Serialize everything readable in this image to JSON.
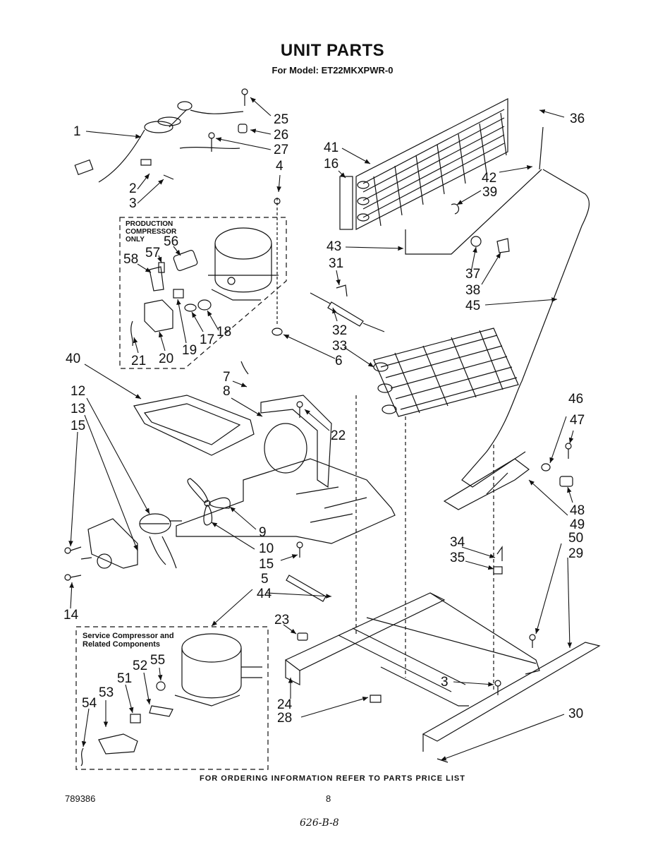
{
  "header": {
    "title": "UNIT PARTS",
    "subtitle": "For Model: ET22MKXPWR-0"
  },
  "box_production": {
    "label_line1": "PRODUCTION",
    "label_line2": "COMPRESSOR",
    "label_line3": "ONLY"
  },
  "box_service": {
    "label_line1": "Service Compressor and",
    "label_line2": "Related Components"
  },
  "callouts": [
    {
      "id": "c1",
      "text": "1"
    },
    {
      "id": "c2",
      "text": "2"
    },
    {
      "id": "c3",
      "text": "3"
    },
    {
      "id": "c4",
      "text": "4"
    },
    {
      "id": "c25",
      "text": "25"
    },
    {
      "id": "c26",
      "text": "26"
    },
    {
      "id": "c27",
      "text": "27"
    },
    {
      "id": "c36",
      "text": "36"
    },
    {
      "id": "c41",
      "text": "41"
    },
    {
      "id": "c16",
      "text": "16"
    },
    {
      "id": "c42",
      "text": "42"
    },
    {
      "id": "c39",
      "text": "39"
    },
    {
      "id": "c43",
      "text": "43"
    },
    {
      "id": "c37",
      "text": "37"
    },
    {
      "id": "c38",
      "text": "38"
    },
    {
      "id": "c45",
      "text": "45"
    },
    {
      "id": "c31",
      "text": "31"
    },
    {
      "id": "c32",
      "text": "32"
    },
    {
      "id": "c33",
      "text": "33"
    },
    {
      "id": "c6",
      "text": "6"
    },
    {
      "id": "c56",
      "text": "56"
    },
    {
      "id": "c57",
      "text": "57"
    },
    {
      "id": "c58",
      "text": "58"
    },
    {
      "id": "c18",
      "text": "18"
    },
    {
      "id": "c17",
      "text": "17"
    },
    {
      "id": "c19",
      "text": "19"
    },
    {
      "id": "c20",
      "text": "20"
    },
    {
      "id": "c21",
      "text": "21"
    },
    {
      "id": "c40",
      "text": "40"
    },
    {
      "id": "c7",
      "text": "7"
    },
    {
      "id": "c8",
      "text": "8"
    },
    {
      "id": "c22",
      "text": "22"
    },
    {
      "id": "c12",
      "text": "12"
    },
    {
      "id": "c13",
      "text": "13"
    },
    {
      "id": "c15a",
      "text": "15"
    },
    {
      "id": "c9",
      "text": "9"
    },
    {
      "id": "c10",
      "text": "10"
    },
    {
      "id": "c15b",
      "text": "15"
    },
    {
      "id": "c14",
      "text": "14"
    },
    {
      "id": "c5",
      "text": "5"
    },
    {
      "id": "c44",
      "text": "44"
    },
    {
      "id": "c46",
      "text": "46"
    },
    {
      "id": "c47",
      "text": "47"
    },
    {
      "id": "c48",
      "text": "48"
    },
    {
      "id": "c49",
      "text": "49"
    },
    {
      "id": "c34",
      "text": "34"
    },
    {
      "id": "c35",
      "text": "35"
    },
    {
      "id": "c50",
      "text": "50"
    },
    {
      "id": "c29",
      "text": "29"
    },
    {
      "id": "c23",
      "text": "23"
    },
    {
      "id": "c3b",
      "text": "3"
    },
    {
      "id": "c24",
      "text": "24"
    },
    {
      "id": "c28",
      "text": "28"
    },
    {
      "id": "c30",
      "text": "30"
    },
    {
      "id": "c55",
      "text": "55"
    },
    {
      "id": "c52",
      "text": "52"
    },
    {
      "id": "c51",
      "text": "51"
    },
    {
      "id": "c53",
      "text": "53"
    },
    {
      "id": "c54",
      "text": "54"
    }
  ],
  "footer": {
    "note": "FOR ORDERING INFORMATION REFER TO PARTS PRICE LIST",
    "doc_number": "789386",
    "page_number": "8",
    "handwritten": "626-B-8"
  }
}
